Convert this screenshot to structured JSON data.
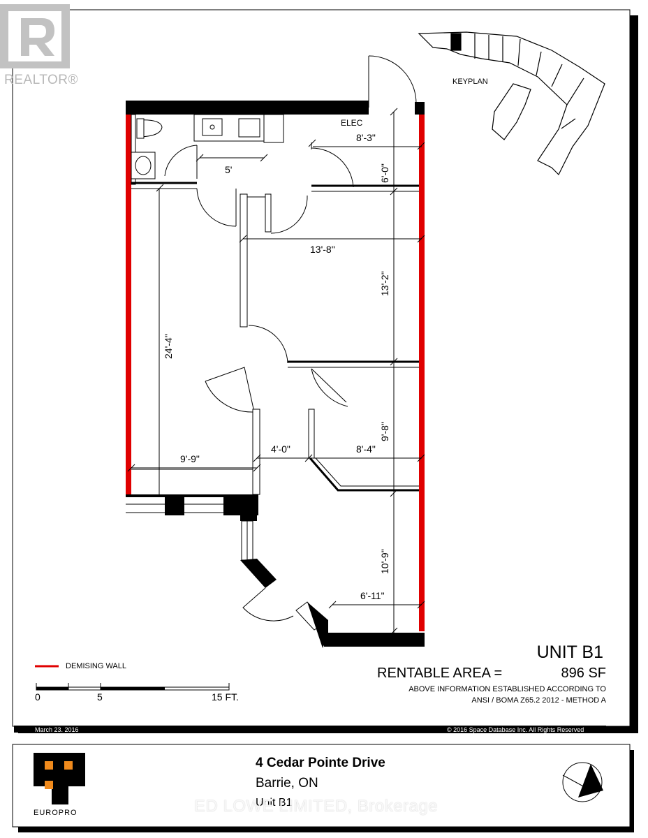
{
  "branding": {
    "realtor_label": "REALTOR®",
    "company_logo_label": "EUROPRO",
    "watermark": "ED LOWE LIMITED, Brokerage"
  },
  "plan": {
    "keyplan_label": "KEYPLAN",
    "elec_label": "ELEC",
    "dimensions": {
      "d_8_3": "8'-3\"",
      "d_5": "5'",
      "d_6_0": "6'-0\"",
      "d_13_8": "13'-8\"",
      "d_13_2": "13'-2\"",
      "d_24_4": "24'-4\"",
      "d_9_8": "9'-8\"",
      "d_9_9": "9'-9\"",
      "d_4_0": "4'-0\"",
      "d_8_4": "8'-4\"",
      "d_10_9": "10'-9\"",
      "d_6_11": "6'-11\""
    },
    "legend": {
      "demising_wall": "DEMISING WALL",
      "scale_0": "0",
      "scale_5": "5",
      "scale_15": "15 FT."
    },
    "unit_title": "UNIT B1",
    "rentable_label": "RENTABLE AREA =",
    "rentable_value": "896 SF",
    "note_line1": "ABOVE INFORMATION ESTABLISHED ACCORDING TO",
    "note_line2": "ANSI / BOMA Z65.2 2012 - METHOD A",
    "date": "March 23. 2016",
    "copyright": "© 2016 Space Database Inc. All Rights Reserved"
  },
  "title_block": {
    "address_line1": "4 Cedar Pointe Drive",
    "address_line2": "Barrie, ON",
    "address_line3": "Unit B1"
  },
  "colors": {
    "demising_wall": "#e00000",
    "wall": "#000000",
    "logo_orange": "#f08a1c"
  }
}
